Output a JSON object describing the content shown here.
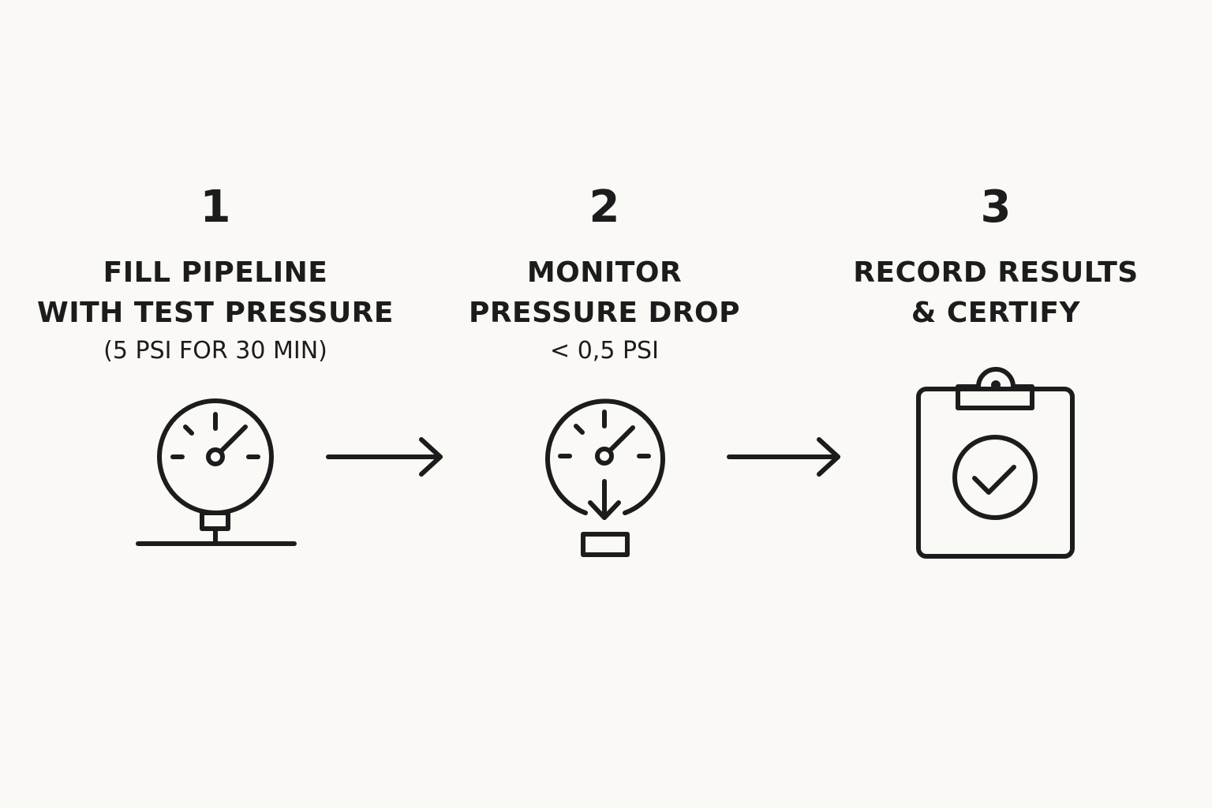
{
  "steps": [
    {
      "number": "1",
      "title_lines": [
        "FILL PIPELINE",
        "WITH TEST PRESSURE"
      ],
      "subtitle": "(5 PSI FOR 30 MIN)",
      "icon": "pressure-gauge-icon"
    },
    {
      "number": "2",
      "title_lines": [
        "MONITOR",
        "PRESSURE DROP"
      ],
      "subtitle": "< 0,5 PSI",
      "icon": "gauge-pressure-drop-icon"
    },
    {
      "number": "3",
      "title_lines": [
        "RECORD RESULTS",
        "& CERTIFY"
      ],
      "subtitle": "",
      "icon": "clipboard-check-icon"
    }
  ],
  "connectors": [
    "arrow-right-icon",
    "arrow-right-icon"
  ]
}
